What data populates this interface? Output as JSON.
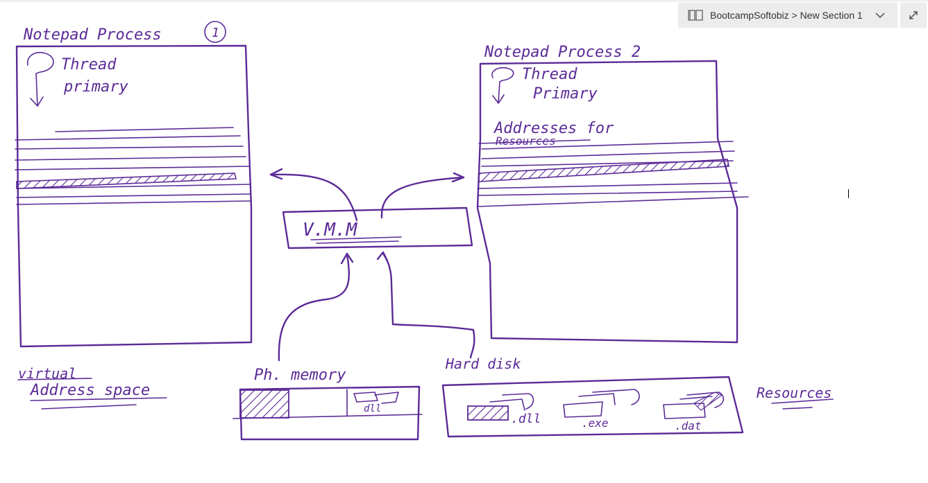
{
  "notebook": {
    "breadcrumb": "BootcampSoftobiz > New Section 1"
  },
  "icons": {
    "notebook": "notebook-icon",
    "chevron": "chevron-down-icon",
    "expand": "expand-icon"
  },
  "colors": {
    "ink": "#5b2a97",
    "chip_bg": "#ececec"
  },
  "diagram": {
    "process1": {
      "title": "Notepad Process",
      "number": "1",
      "thread_line1": "Thread",
      "thread_line2": "primary"
    },
    "process2": {
      "title": "Notepad Process 2",
      "thread_line1": "Thread",
      "thread_line2": "Primary",
      "addresses_line1": "Addresses for",
      "addresses_line2": "Resources"
    },
    "vmm": "V.M.M",
    "virtual_line1": "virtual",
    "virtual_line2": "Address space",
    "phmemory": "Ph. memory",
    "phmem_dll": "dll",
    "harddisk": "Hard disk",
    "disk_dll": ".dll",
    "disk_exe": ".exe",
    "disk_dat": ".dat",
    "resources": "Resources"
  }
}
